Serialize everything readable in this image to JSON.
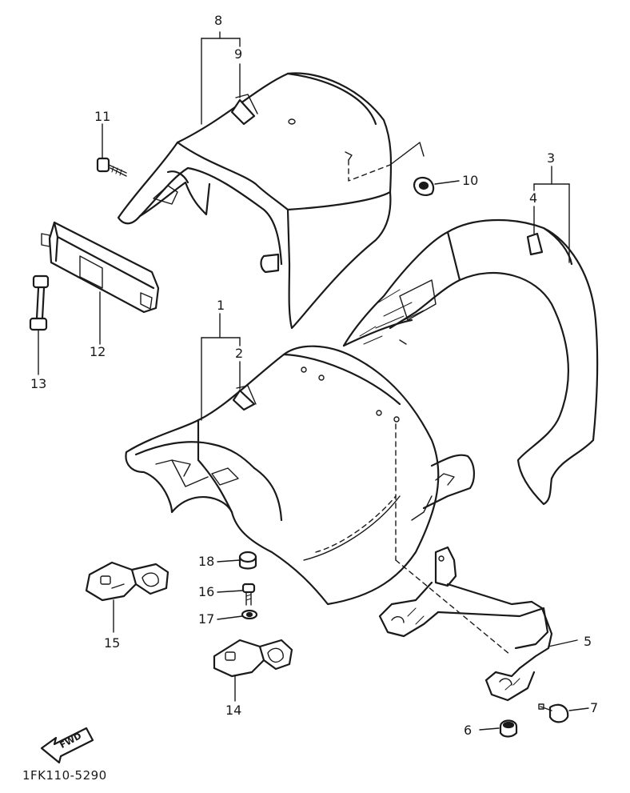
{
  "callouts": {
    "n1": "1",
    "n2": "2",
    "n3": "3",
    "n4": "4",
    "n5": "5",
    "n6": "6",
    "n7": "7",
    "n8": "8",
    "n9": "9",
    "n10": "10",
    "n11": "11",
    "n12": "12",
    "n13": "13",
    "n14": "14",
    "n15": "15",
    "n16": "16",
    "n17": "17",
    "n18": "18"
  },
  "direction_badge": "FWD",
  "drawing_code": "1FK110-5290",
  "colors": {
    "ink": "#1a1a1a",
    "paper": "#ffffff"
  }
}
